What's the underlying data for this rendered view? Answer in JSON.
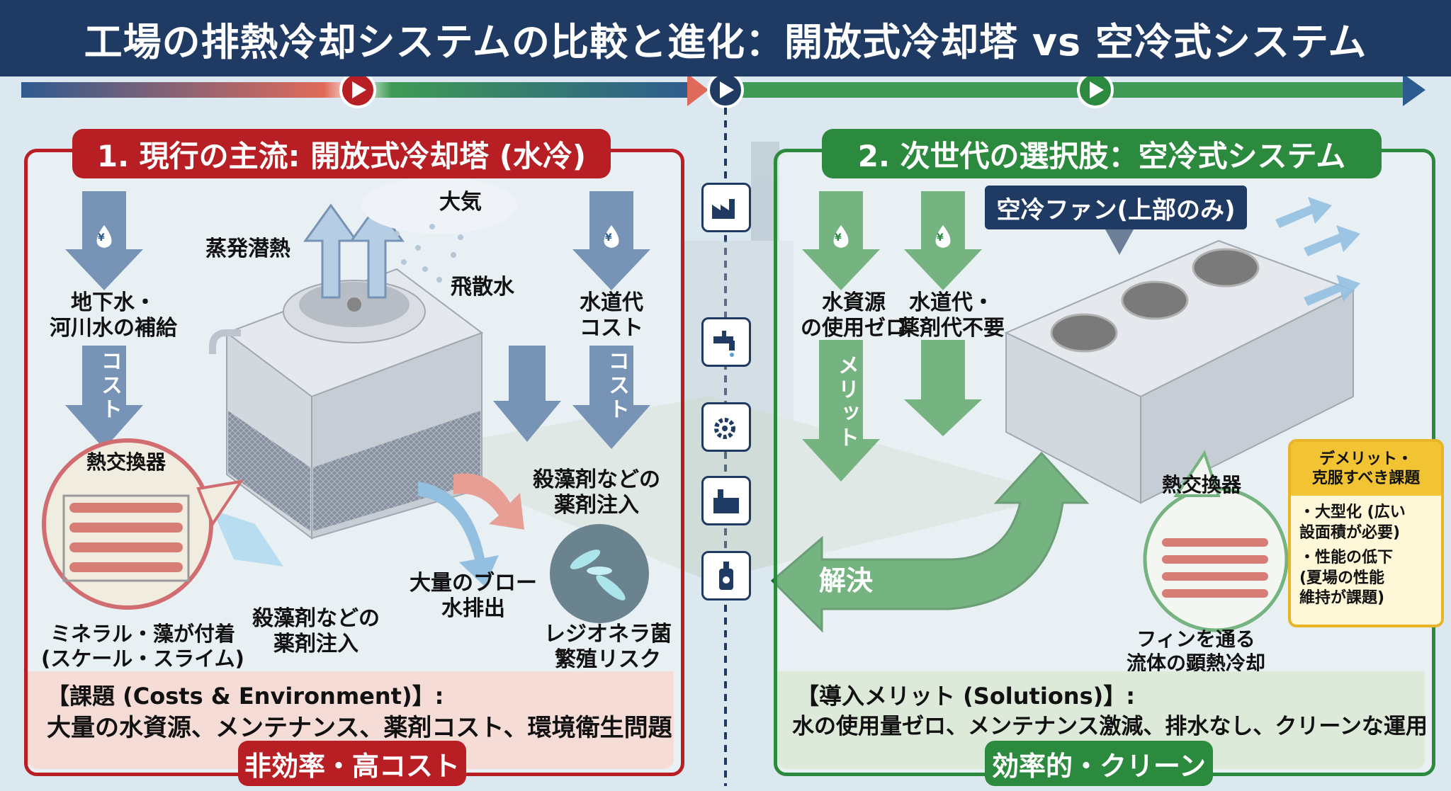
{
  "title": "工場の排熱冷却システムの比較と進化：開放式冷却塔 vs 空冷式システム",
  "left": {
    "header": "1. 現行の主流: 開放式冷却塔 (水冷)",
    "groundwater": [
      "地下水・",
      "河川水の補給"
    ],
    "cost_arrow_label": "コスト",
    "evaporation": "蒸発潜熱",
    "atmosphere": "大気",
    "drift": "飛散水",
    "water_fee": [
      "水道代",
      "コスト"
    ],
    "cost_arrow_label_2": "コスト",
    "chem_injection_right": [
      "殺藻剤などの",
      "薬剤注入"
    ],
    "heat_exchanger": "熱交換器",
    "blowdown": [
      "大量のブロー",
      "水排出"
    ],
    "legionella": [
      "レジオネラ菌",
      "繁殖リスク"
    ],
    "mineral": [
      "ミネラル・藻が付着",
      "(スケール・スライム)"
    ],
    "chem_injection_bottom": [
      "殺藻剤などの",
      "薬剤注入"
    ],
    "issues_head": "【課題 (Costs & Environment)】:",
    "issues_body": "大量の水資源、メンテナンス、薬剤コスト、環境衛生問題",
    "pill": "非効率・高コスト"
  },
  "right": {
    "header": "2. 次世代の選択肢：空冷式システム",
    "fan_callout": "空冷ファン(上部のみ)",
    "zero_water": [
      "水資源",
      "の使用ゼロ"
    ],
    "no_fee": [
      "水道代・",
      "薬剤代不要"
    ],
    "merit_arrow_label": "メリット",
    "solve": "解決",
    "heat_exchanger": "熱交換器",
    "fin_cooling": [
      "フィンを通る",
      "流体の顕熱冷却"
    ],
    "demerit": {
      "head": [
        "デメリット・",
        "克服すべき課題"
      ],
      "items": [
        [
          "・大型化 (広い",
          "設面積が必要)"
        ],
        [
          "・性能の低下",
          "(夏場の性能",
          "維持が課題)"
        ]
      ]
    },
    "benefits_head": "【導入メリット (Solutions)】:",
    "benefits_body": "水の使用量ゼロ、メンテナンス激減、排水なし、クリーンな運用",
    "pill": "効率的・クリーン"
  },
  "yen_symbol": "¥",
  "icons": [
    "factory-icon",
    "faucet-icon",
    "gear-icon",
    "building-icon",
    "bottle-icon",
    "play-icon",
    "water-drop-icon",
    "bacteria-icon",
    "fan-icon"
  ],
  "colors": {
    "navy": "#1f3a63",
    "red": "#b81f24",
    "green": "#2b8a3e",
    "blue_arrow": "#2e5b8f",
    "yellow": "#f2c434"
  }
}
